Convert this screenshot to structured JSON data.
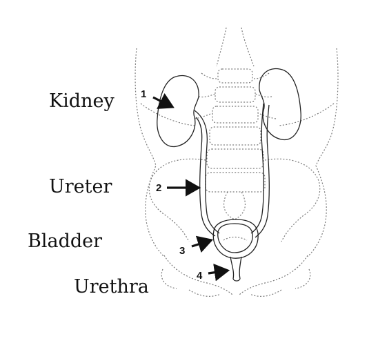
{
  "labels": {
    "kidney": "Kidney",
    "ureter": "Ureter",
    "bladder": "Bladder",
    "urethra": "Urethra"
  },
  "markers": {
    "kidney": "1",
    "ureter": "2",
    "bladder": "3",
    "urethra": "4"
  },
  "colors": {
    "line": "#222222",
    "dotted": "#7a7a7a",
    "background": "#ffffff"
  }
}
